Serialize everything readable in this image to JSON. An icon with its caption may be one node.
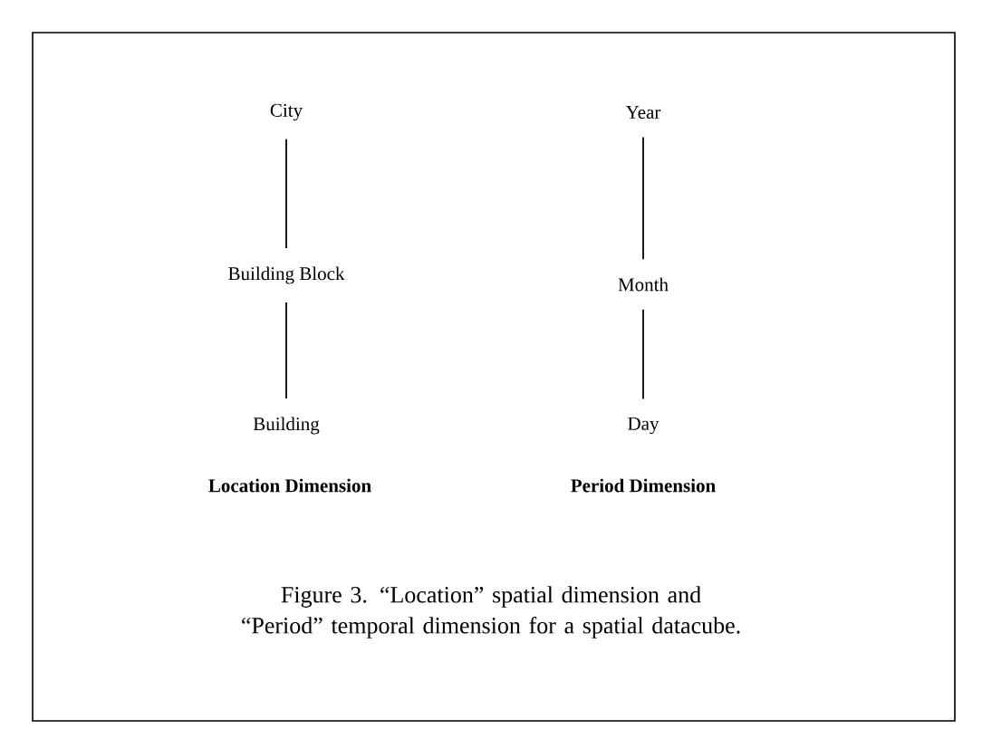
{
  "diagram": {
    "caption": "Figure 3. “Location” spatial dimension and “Period” temporal dimension for a spatial datacube.",
    "nodes": [
      {
        "text": [
          "City"
        ]
      },
      {
        "text": [
          "Building Block"
        ]
      },
      {
        "text": [
          "Building"
        ]
      },
      {
        "text": [
          "Year"
        ]
      },
      {
        "text": [
          "Month"
        ]
      },
      {
        "text": [
          "Day"
        ]
      }
    ],
    "edges": [
      {
        "from": 0,
        "to": 1,
        "arrow": "none"
      },
      {
        "from": 1,
        "to": 2,
        "arrow": "none"
      },
      {
        "from": 3,
        "to": 4,
        "arrow": "none"
      },
      {
        "from": 4,
        "to": 5,
        "arrow": "none"
      }
    ],
    "labels": [
      "Location Dimension",
      "Period Dimension"
    ]
  }
}
